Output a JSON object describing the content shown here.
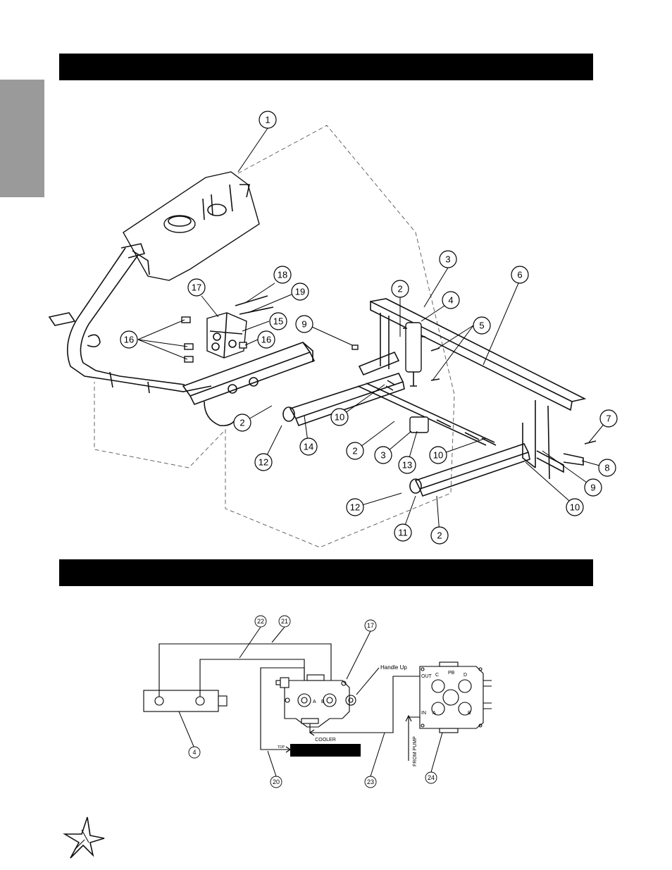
{
  "banners": {
    "top": "",
    "middle": ""
  },
  "exploded_view": {
    "callouts": [
      "1",
      "2",
      "3",
      "4",
      "5",
      "6",
      "7",
      "8",
      "9",
      "10",
      "11",
      "12",
      "13",
      "14",
      "15",
      "16",
      "17",
      "18",
      "19"
    ]
  },
  "hydraulic_schematic": {
    "callouts": [
      "4",
      "17",
      "20",
      "21",
      "22",
      "23",
      "24"
    ],
    "handle_label": "Handle Up",
    "cooler_label": "COOLER",
    "cooler_tag": "TOP",
    "from_pump_label": "FROM PUMP",
    "valve_ports": {
      "a": "A",
      "b": "B"
    },
    "pump_ports": {
      "out": "OUT",
      "in": "IN",
      "c": "C",
      "pb": "PB",
      "d": "D",
      "a": "A",
      "b": "B"
    }
  }
}
